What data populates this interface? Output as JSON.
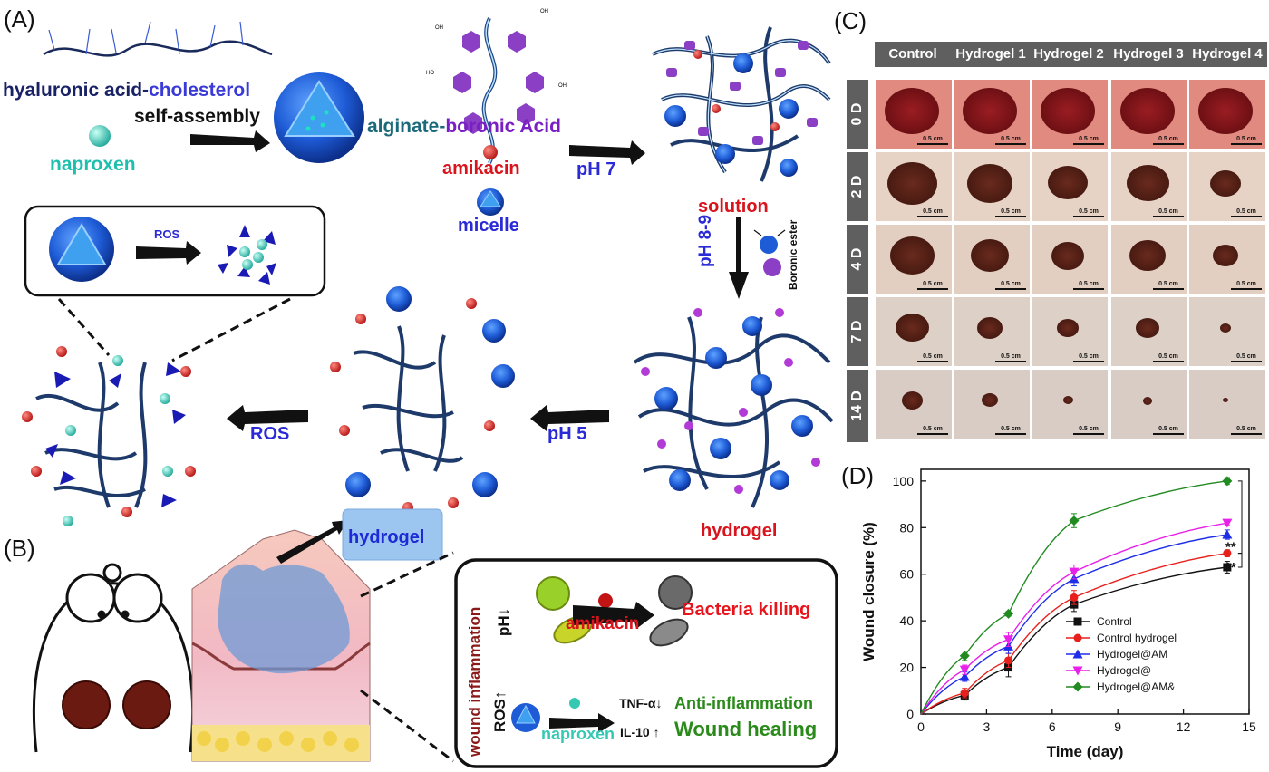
{
  "panels": {
    "a": "(A)",
    "b": "(B)",
    "c": "(C)",
    "d": "(D)"
  },
  "panel_a": {
    "hyaluronic": "hyaluronic acid",
    "dash": "-",
    "cholesterol": "cholesterol",
    "self_assembly": "self-assembly",
    "naproxen": "naproxen",
    "alginate": "alginate",
    "boronic_acid": "boronic Acid",
    "amikacin": "amikacin",
    "micelle": "micelle",
    "ph7": "pH 7",
    "solution": "solution",
    "ph89": "pH 8-9",
    "boronic_ester": "Boronic ester",
    "hydrogel": "hydrogel",
    "ph5": "pH 5",
    "ros": "ROS",
    "ros_inset": "ROS"
  },
  "panel_b": {
    "hydrogel": "hydrogel",
    "wound_inflammation": "wound inflammation",
    "ph_down": "pH↓",
    "amikacin": "amikacin",
    "bacteria_killing": "Bacteria  killing",
    "ros_up": "ROS↑",
    "tnf": "TNF-α↓",
    "anti_inflammation": "Anti-inflammation",
    "naproxen": "naproxen",
    "il10": "IL-10 ↑",
    "wound_healing": "Wound healing"
  },
  "panel_c": {
    "columns": [
      "Control",
      "Hydrogel 1",
      "Hydrogel 2",
      "Hydrogel 3",
      "Hydrogel 4"
    ],
    "rows": [
      "0 D",
      "2 D",
      "4 D",
      "7 D",
      "14 D"
    ],
    "scale_bar": "0.5 cm",
    "wound_size": [
      [
        1.0,
        1.0,
        1.0,
        1.0,
        1.0
      ],
      [
        0.92,
        0.84,
        0.74,
        0.78,
        0.56
      ],
      [
        0.82,
        0.7,
        0.6,
        0.66,
        0.46
      ],
      [
        0.62,
        0.46,
        0.4,
        0.44,
        0.2
      ],
      [
        0.38,
        0.3,
        0.18,
        0.16,
        0.1
      ]
    ]
  },
  "chart_data": {
    "type": "line",
    "xlabel": "Time (day)",
    "ylabel": "Wound closure (%)",
    "xlim": [
      0,
      15
    ],
    "ylim": [
      0,
      105
    ],
    "xticks": [
      0,
      3,
      6,
      9,
      12,
      15
    ],
    "yticks": [
      0,
      20,
      40,
      60,
      80,
      100
    ],
    "legend_position": "right",
    "significance": [
      "**",
      "**"
    ],
    "series": [
      {
        "name": "Control",
        "color": "#111111",
        "marker": "square",
        "x": [
          0,
          2,
          4,
          7,
          14
        ],
        "y": [
          0,
          8,
          20,
          47,
          63
        ],
        "err": [
          0,
          2,
          4,
          3,
          2.5
        ]
      },
      {
        "name": "Control hydrogel",
        "color": "#e8201c",
        "marker": "circle",
        "x": [
          0,
          2,
          4,
          7,
          14
        ],
        "y": [
          0,
          9,
          23,
          50,
          69
        ],
        "err": [
          0,
          2,
          3,
          3,
          1.5
        ]
      },
      {
        "name": "Hydrogel@AM",
        "color": "#1f2ee8",
        "marker": "triangle",
        "x": [
          0,
          2,
          4,
          7,
          14
        ],
        "y": [
          0,
          16,
          29,
          58,
          77
        ],
        "err": [
          0,
          2,
          3,
          3,
          2
        ]
      },
      {
        "name": "Hydrogel@",
        "color": "#e820e8",
        "marker": "triangle-down",
        "x": [
          0,
          2,
          4,
          7,
          14
        ],
        "y": [
          0,
          19,
          32,
          61,
          82
        ],
        "err": [
          0,
          2,
          3,
          3,
          1
        ]
      },
      {
        "name": "Hydrogel@AM&",
        "color": "#218a21",
        "marker": "diamond",
        "x": [
          0,
          2,
          4,
          7,
          14
        ],
        "y": [
          0,
          25,
          43,
          83,
          100
        ],
        "err": [
          0,
          2,
          1,
          3,
          1.5
        ]
      }
    ]
  }
}
